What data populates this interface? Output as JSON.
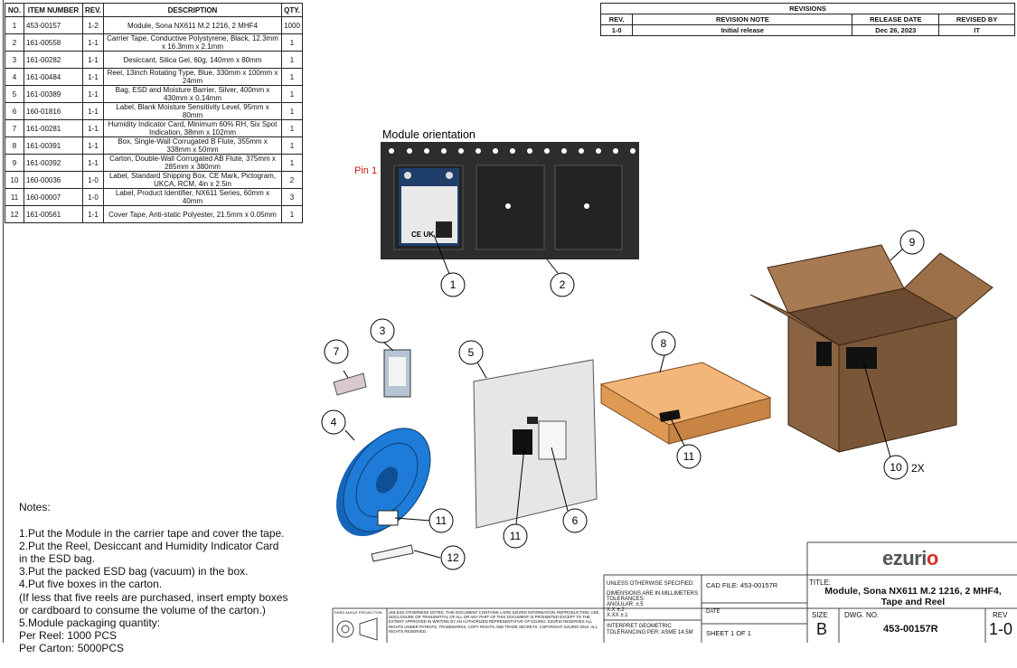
{
  "bom": {
    "headers": [
      "NO.",
      "ITEM NUMBER",
      "REV.",
      "DESCRIPTION",
      "QTY."
    ],
    "rows": [
      {
        "no": "1",
        "item": "453-00157",
        "rev": "1-2",
        "desc": "Module, Sona NX611 M.2 1216, 2 MHF4",
        "qty": "1000"
      },
      {
        "no": "2",
        "item": "161-00558",
        "rev": "1-1",
        "desc": "Carrier Tape, Conductive Polystyrene, Black, 12.3mm x 16.3mm x 2.1mm",
        "qty": "1"
      },
      {
        "no": "3",
        "item": "161-00282",
        "rev": "1-1",
        "desc": "Desiccant, Silica Gel, 60g, 140mm x 80mm",
        "qty": "1"
      },
      {
        "no": "4",
        "item": "161-00484",
        "rev": "1-1",
        "desc": "Reel, 13inch Rotating Type, Blue, 330mm x 100mm x 24mm",
        "qty": "1"
      },
      {
        "no": "5",
        "item": "161-00389",
        "rev": "1-1",
        "desc": "Bag, ESD and Moisture Barrier, Silver, 400mm x 430mm x 0.14mm",
        "qty": "1"
      },
      {
        "no": "6",
        "item": "160-01816",
        "rev": "1-1",
        "desc": "Label, Blank Moisture Sensitivity Level, 95mm x 80mm",
        "qty": "1"
      },
      {
        "no": "7",
        "item": "161-00281",
        "rev": "1-1",
        "desc": "Humidity Indicator Card, Minimum 60% RH, Six Spot Indication, 38mm x 102mm",
        "qty": "1"
      },
      {
        "no": "8",
        "item": "161-00391",
        "rev": "1-1",
        "desc": "Box, Single-Wall Corrugated B Flute, 355mm x 338mm x 50mm",
        "qty": "1"
      },
      {
        "no": "9",
        "item": "161-00392",
        "rev": "1-1",
        "desc": "Carton, Double-Wall Corrugated AB Flute, 375mm x 285mm x 380mm",
        "qty": "1"
      },
      {
        "no": "10",
        "item": "160-00036",
        "rev": "1-0",
        "desc": "Label, Standard Shipping Box, CE Mark, Pictogram, UKCA, RCM, 4in x 2.5in",
        "qty": "2"
      },
      {
        "no": "11",
        "item": "160-00007",
        "rev": "1-0",
        "desc": "Label, Product Identifier, NX611 Series, 60mm x 40mm",
        "qty": "3"
      },
      {
        "no": "12",
        "item": "161-00561",
        "rev": "1-1",
        "desc": "Cover Tape, Anti-static Polyester, 21.5mm x 0.05mm",
        "qty": "1"
      }
    ]
  },
  "revisions": {
    "title": "REVISIONS",
    "headers": [
      "REV.",
      "REVISION NOTE",
      "RELEASE DATE",
      "REVISED BY"
    ],
    "row": {
      "rev": "1-0",
      "note": "Initial release",
      "date": "Dec 26, 2023",
      "by": "IT"
    }
  },
  "module": {
    "title": "Module orientation",
    "pin_label": "Pin 1",
    "pin_color": "#d01010",
    "tape_color": "#2b2b2b"
  },
  "callouts": {
    "c1": "1",
    "c2": "2",
    "c3": "3",
    "c4": "4",
    "c5": "5",
    "c6": "6",
    "c7": "7",
    "c8": "8",
    "c9": "9",
    "c10": "10",
    "c10_qty": "2X",
    "c11a": "11",
    "c11b": "11",
    "c11c": "11",
    "c12": "12"
  },
  "colors": {
    "reel": "#1e7bd8",
    "box": "#e9a86a",
    "carton": "#8a6342",
    "bag": "#e4e6e8"
  },
  "notes": {
    "title": "Notes:",
    "lines": [
      "1.Put the Module in the carrier tape and cover the tape.",
      "2.Put the Reel, Desiccant and Humidity Indicator Card",
      "in the ESD bag.",
      "3.Put the packed ESD bag (vacuum) in the box.",
      "4.Put five boxes in the carton.",
      "(If less that five reels are purchased, insert empty boxes",
      "or cardboard to consume the volume of the carton.)",
      "5.Module packaging quantity:",
      "Per Reel: 1000 PCS",
      "Per Carton: 5000PCS"
    ]
  },
  "title_block": {
    "logo": "ezurio",
    "logo_color": "#d4332a",
    "title_label": "TITLE:",
    "title": "Module, Sona NX611 M.2 1216, 2 MHF4, Tape and Reel",
    "size_label": "SIZE",
    "size": "B",
    "dwg_label": "DWG.  NO.",
    "dwg": "453-00157R",
    "rev_label": "REV",
    "rev": "1-0",
    "cad_file": "CAD FILE: 453-00157R",
    "date_label": "DATE",
    "sheet": "SHEET 1 OF 1",
    "unless": "UNLESS OTHERWISE SPECIFIED:",
    "dims": "DIMENSIONS ARE IN MILLIMETERS",
    "tolerances": "TOLERANCES:",
    "angular": "ANGULAR:    ±.5",
    "xx": "X.X          ±.2",
    "xxx": "X.XX        ±.1",
    "interpret": "INTERPRET GEOMETRIC",
    "tol_per": "TOLERANCING PER:  ASME 14.5M",
    "third_angle": "THIRD ANGLE PROJECTION",
    "legal": "UNLESS OTHERWISE NOTED, THIS DOCUMENT CONTAINS LAIRD EZURIO INFORMATION. REPRODUCTION, USE, DISCLOSURE OR TRANSMITTAL OF ALL OR ANY PART OF THIS DOCUMENT IS PROHIBITED EXCEPT TO THE EXTENT APPROVED IN WRITING BY AN AUTHORIZED REPRESENTATIVE OF EZURIO. EZURIO RESERVES ALL RIGHTS UNDER PATENTS, TRADEMARKS, COPY RIGHTS AND TRADE SECRETS. COPYRIGHT, EZURIO 2024. ALL RIGHTS RESERVED."
  }
}
